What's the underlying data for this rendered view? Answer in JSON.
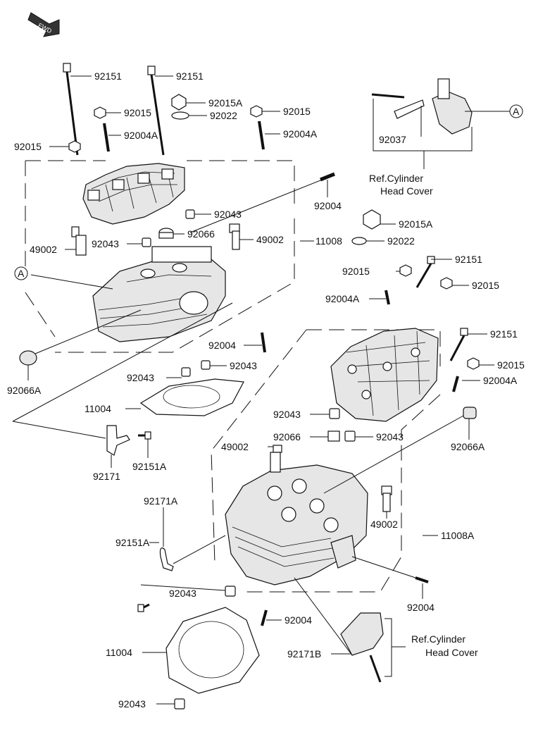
{
  "fwd_badge": "FWD",
  "callout_symbol": "A",
  "parts": {
    "p92151": "92151",
    "p92015": "92015",
    "p92015A": "92015A",
    "p92022": "92022",
    "p92004": "92004",
    "p92004A": "92004A",
    "p92043": "92043",
    "p92066": "92066",
    "p92066A": "92066A",
    "p49002": "49002",
    "p11008": "11008",
    "p11008A": "11008A",
    "p11004": "11004",
    "p92037": "92037",
    "p92171": "92171",
    "p92171A": "92171A",
    "p92171B": "92171B",
    "p92151A": "92151A"
  },
  "references": {
    "cyl_head_cover_line1": "Ref.Cylinder",
    "cyl_head_cover_line2": "Head Cover"
  }
}
